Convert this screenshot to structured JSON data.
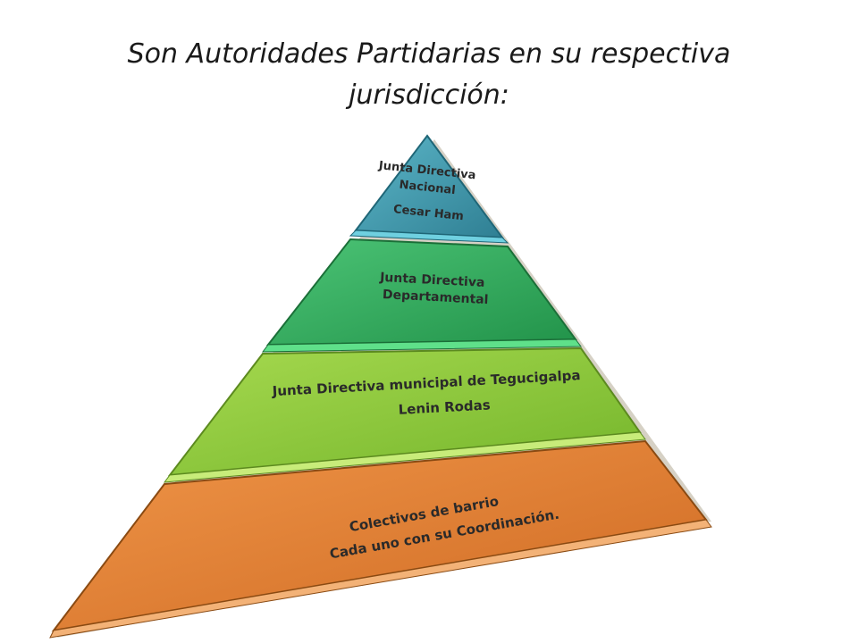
{
  "title": {
    "line1": "Son Autoridades Partidarias en su respectiva",
    "line2": "jurisdicción:"
  },
  "tiers": [
    {
      "key": "nacional",
      "lines": [
        "Junta Directiva",
        "Nacional",
        "Cesar Ham"
      ],
      "color": "#3e94a8"
    },
    {
      "key": "departamental",
      "lines": [
        "Junta Directiva",
        "Departamental"
      ],
      "color": "#2fab5c"
    },
    {
      "key": "municipal",
      "lines": [
        "Junta Directiva municipal de Tegucigalpa",
        "Lenin Rodas"
      ],
      "color": "#8cc63f"
    },
    {
      "key": "barrio",
      "lines": [
        "Colectivos de barrio",
        "Cada uno con su Coordinación."
      ],
      "color": "#e07d33"
    }
  ]
}
